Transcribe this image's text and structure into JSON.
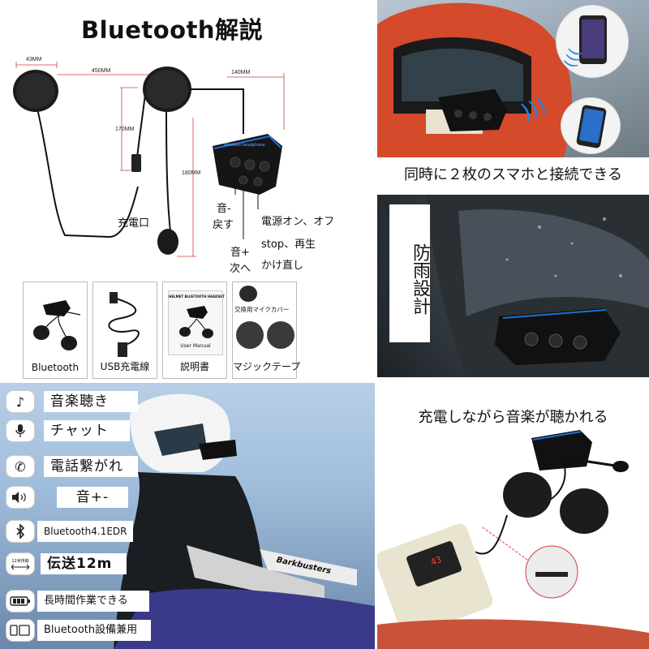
{
  "diagram": {
    "title": "Bluetooth解説",
    "dims": {
      "d43": "43MM",
      "d450": "450MM",
      "d140": "140MM",
      "d170": "170MM",
      "d180": "180MM"
    },
    "labels": {
      "charge_port": "充電口",
      "vol_down": "音-",
      "back": "戻す",
      "vol_up": "音+",
      "next": "次へ",
      "power": "電源オン、オフ",
      "stop_play": "stop、再生",
      "redial": "かけ直し"
    },
    "device_text": "Wireless headphone"
  },
  "package": {
    "items": [
      {
        "label": "Bluetooth"
      },
      {
        "label": "USB充電線"
      },
      {
        "label": "説明書",
        "manual_title": "HELMET BLUETOOTH HEADSET",
        "manual_sub": "User Manual"
      },
      {
        "label": "マジックテープ",
        "top_label": "交換用マイクカバー"
      }
    ]
  },
  "features": [
    {
      "icon": "music-note-icon",
      "label": "音楽聴き"
    },
    {
      "icon": "microphone-icon",
      "label": "チャット"
    },
    {
      "icon": "phone-icon",
      "label": "電話繋がれ"
    },
    {
      "icon": "volume-icon",
      "label": "音+-"
    },
    {
      "icon": "bluetooth-icon",
      "label": "Bluetooth4.1EDR"
    },
    {
      "icon": "range-icon",
      "label": "伝送12m",
      "icon_text": "12米传输"
    },
    {
      "icon": "battery-icon",
      "label": "長時間作業できる"
    },
    {
      "icon": "device-icon",
      "label": "Bluetooth設備兼用"
    }
  ],
  "panels": {
    "dual_phone_caption": "同時に２枚のスマホと接続できる",
    "rain_label": "防雨設計",
    "charge_caption": "充電しながら音楽が聴かれる",
    "rider_brand": "Barkbusters",
    "power_bank_display": "43"
  },
  "colors": {
    "device_blue": "#1a6fd6",
    "phone_wave": "#1e88e5"
  }
}
